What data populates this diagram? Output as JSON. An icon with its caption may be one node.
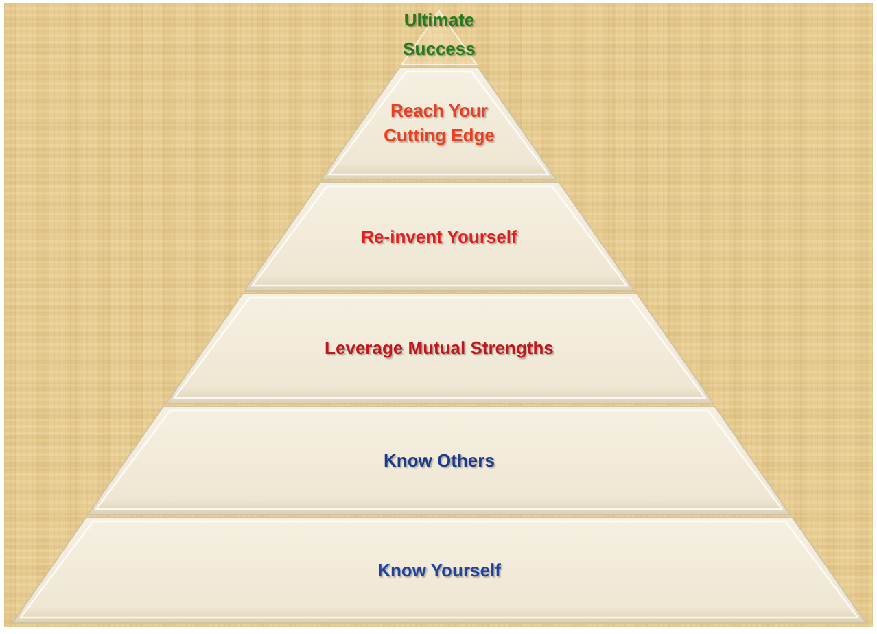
{
  "diagram": {
    "nodes": [
      {
        "text": [
          "Ultimate Success"
        ]
      },
      {
        "text": [
          "Reach Your Cutting Edge"
        ]
      },
      {
        "text": [
          "Re-invent Yourself"
        ]
      },
      {
        "text": [
          "Leverage Mutual Strengths"
        ]
      },
      {
        "text": [
          "Know Others"
        ]
      },
      {
        "text": [
          "Know Yourself"
        ]
      }
    ]
  }
}
